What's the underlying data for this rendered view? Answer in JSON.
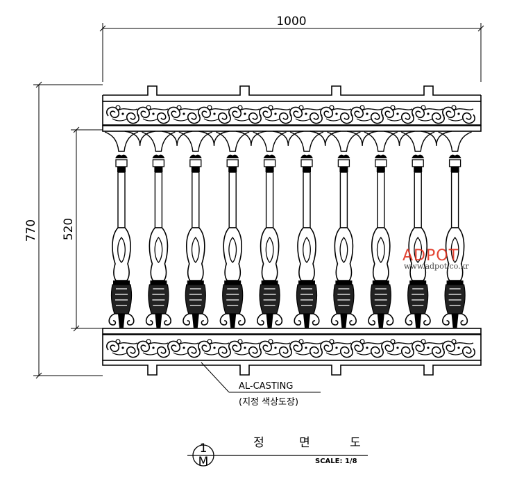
{
  "dimensions": {
    "width": "1000",
    "total_height": "770",
    "baluster_height": "520"
  },
  "material_note": {
    "line1": "AL-CASTING",
    "line2": "(지정 색상도장)"
  },
  "title_block": {
    "detail_number": "1",
    "sheet_code": "M",
    "view_title": [
      "정",
      "면",
      "도"
    ],
    "scale": "SCALE: 1/8"
  },
  "watermark": {
    "brand": "ADPOT",
    "url": "www.adpot.co.kr"
  },
  "railing": {
    "baluster_count": 10
  }
}
